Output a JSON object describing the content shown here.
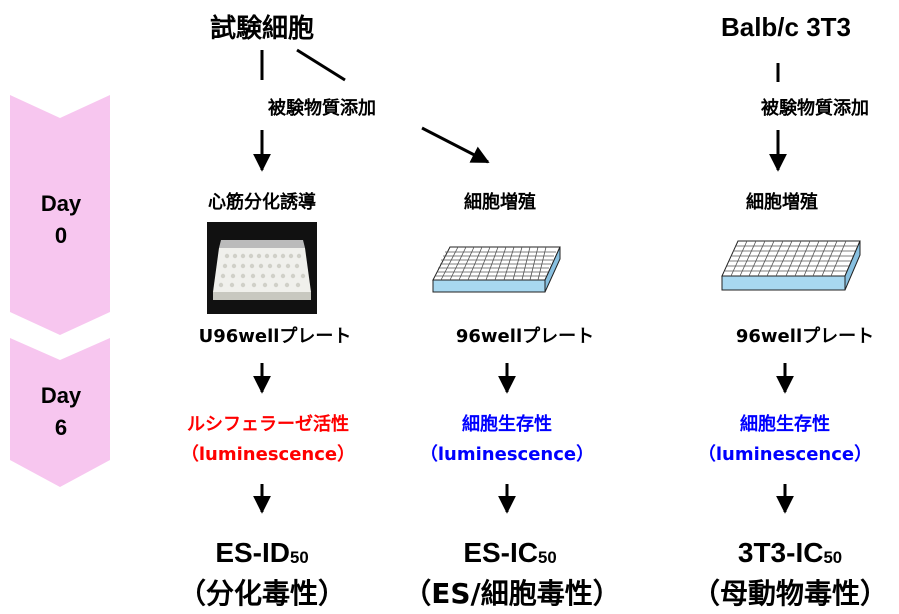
{
  "timeline": {
    "day0_label": "Day",
    "day0_num": "0",
    "day6_label": "Day",
    "day6_num": "6",
    "color": "#f8c8f0"
  },
  "col_es": {
    "cells": "試験細胞",
    "treatment": "被験物質添加",
    "differentiation": "心筋分化誘導",
    "proliferation": "細胞増殖",
    "plate_u96": "U96wellプレート",
    "plate_96": "96wellプレート",
    "luciferase": "ルシフェラーゼ活性",
    "lum1": "（luminescence）",
    "viability": "細胞生存性",
    "lum2": "（luminescence）",
    "id50_main": "ES-ID",
    "id50_sub": "50",
    "id50_desc": "（分化毒性）",
    "ic50_main": "ES-IC",
    "ic50_sub": "50",
    "ic50_desc": "（ES/細胞毒性）"
  },
  "col_3t3": {
    "cells": "Balb/c 3T3",
    "treatment": "被験物質添加",
    "proliferation": "細胞増殖",
    "plate_96": "96wellプレート",
    "viability": "細胞生存性",
    "lum": "（luminescence）",
    "ic50_main": "3T3-IC",
    "ic50_sub": "50",
    "ic50_desc": "（母動物毒性）"
  },
  "colors": {
    "red": "#ff0000",
    "blue": "#0000ff",
    "plate_blue": "#a8d8f0"
  }
}
